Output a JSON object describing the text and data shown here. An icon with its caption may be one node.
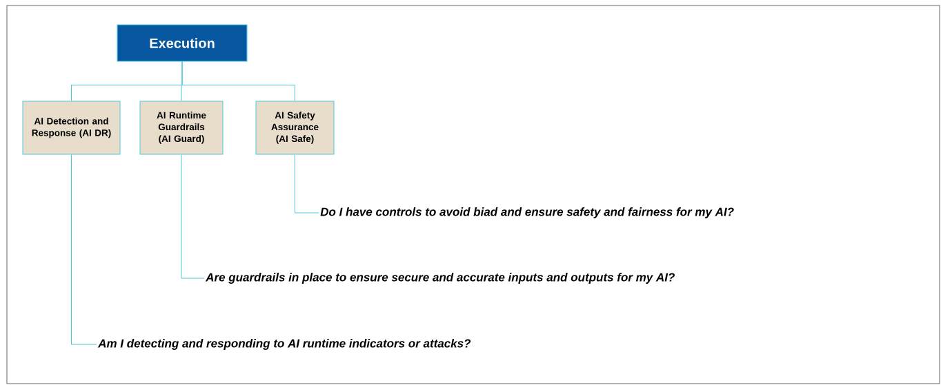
{
  "diagram": {
    "nodes": [
      {
        "text": [
          "Execution"
        ]
      },
      {
        "text": [
          "AI Detection and Response (AI DR)"
        ]
      },
      {
        "text": [
          "AI Runtime Guardrails (AI Guard)"
        ]
      },
      {
        "text": [
          "AI Safety Assurance (AI Safe)"
        ]
      },
      {
        "text": [
          "Do I have controls to avoid biad and ensure safety and fairness for my AI?"
        ]
      },
      {
        "text": [
          "Are guardrails in place to ensure secure and accurate inputs and outputs for my AI?"
        ]
      },
      {
        "text": [
          "Am I detecting and responding to AI runtime indicators or attacks?"
        ]
      }
    ],
    "edges": [
      {
        "from": 0,
        "to": 1,
        "arrow": "none"
      },
      {
        "from": 0,
        "to": 2,
        "arrow": "none"
      },
      {
        "from": 0,
        "to": 3,
        "arrow": "none"
      },
      {
        "from": 3,
        "to": 4,
        "arrow": "none"
      },
      {
        "from": 2,
        "to": 5,
        "arrow": "none"
      },
      {
        "from": 1,
        "to": 6,
        "arrow": "none"
      }
    ]
  }
}
